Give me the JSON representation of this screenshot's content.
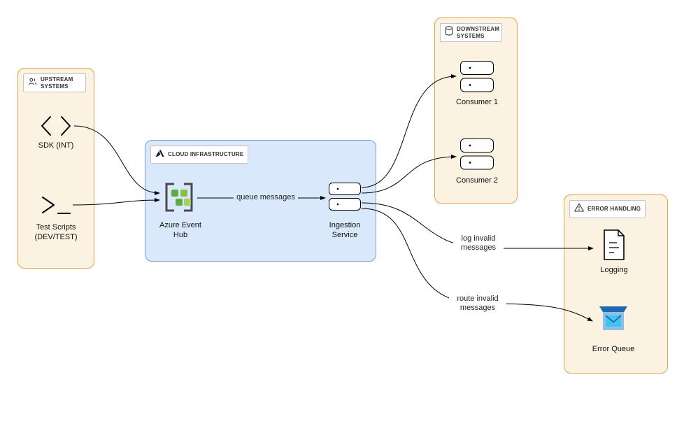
{
  "diagram": {
    "type": "architecture-flow",
    "containers": {
      "upstream": {
        "label": "UPSTREAM SYSTEMS",
        "icon": "people-icon"
      },
      "cloud": {
        "label": "CLOUD INFRASTRUCTURE",
        "icon": "azure-logo-icon"
      },
      "downstream": {
        "label": "DOWNSTREAM SYSTEMS",
        "icon": "database-icon"
      },
      "error": {
        "label": "ERROR HANDLING",
        "icon": "warning-triangle-icon"
      }
    },
    "nodes": {
      "sdk": {
        "label": "SDK (INT)",
        "icon": "code-brackets-icon",
        "container": "upstream"
      },
      "test_scripts": {
        "label": "Test Scripts (DEV/TEST)",
        "icon": "terminal-icon",
        "container": "upstream"
      },
      "event_hub": {
        "label": "Azure Event Hub",
        "icon": "event-hub-icon",
        "container": "cloud"
      },
      "ingestion": {
        "label": "Ingestion Service",
        "icon": "service-pills-icon",
        "container": "cloud"
      },
      "consumer1": {
        "label": "Consumer 1",
        "icon": "service-pills-icon",
        "container": "downstream"
      },
      "consumer2": {
        "label": "Consumer 2",
        "icon": "service-pills-icon",
        "container": "downstream"
      },
      "logging": {
        "label": "Logging",
        "icon": "document-icon",
        "container": "error"
      },
      "error_queue": {
        "label": "Error Queue",
        "icon": "queue-envelope-icon",
        "container": "error"
      }
    },
    "edges": {
      "sdk_to_hub": {
        "from": "SDK (INT)",
        "to": "Azure Event Hub"
      },
      "test_to_hub": {
        "from": "Test Scripts (DEV/TEST)",
        "to": "Azure Event Hub"
      },
      "queue": {
        "from": "Azure Event Hub",
        "to": "Ingestion Service",
        "label": "queue messages"
      },
      "to_consumer1": {
        "from": "Ingestion Service",
        "to": "Consumer 1"
      },
      "to_consumer2": {
        "from": "Ingestion Service",
        "to": "Consumer 2"
      },
      "log_invalid": {
        "from": "Ingestion Service",
        "to": "Logging",
        "label": "log invalid messages"
      },
      "route_invalid": {
        "from": "Ingestion Service",
        "to": "Error Queue",
        "label": "route invalid messages"
      }
    },
    "colors": {
      "tan_fill": "#FBF2E2",
      "tan_border": "#E2A445",
      "blue_fill": "#DAE8FC",
      "blue_border": "#7E9FCC",
      "edge": "#000000",
      "event_hub_green": "#63A844",
      "queue_blue": "#2066B0",
      "envelope_cyan": "#41C3F0"
    }
  }
}
